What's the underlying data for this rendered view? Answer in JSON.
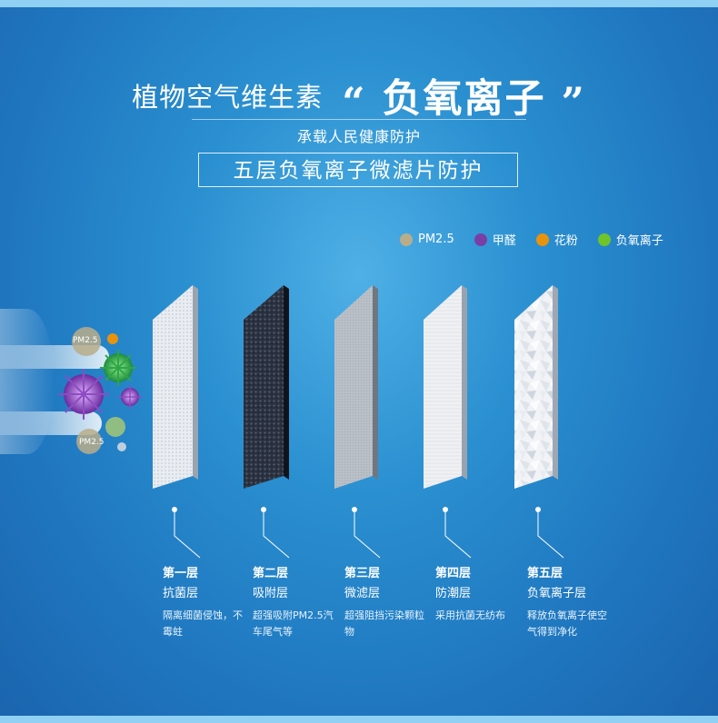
{
  "header": {
    "title_prefix": "植物空气维生素",
    "title_highlight": "负氧离子",
    "quote_open": "“",
    "quote_close": "”",
    "subtitle": "承载人民健康防护",
    "box_title": "五层负氧离子微滤片防护"
  },
  "legend": [
    {
      "label": "PM2.5",
      "color": "#b8ad8a"
    },
    {
      "label": "甲醛",
      "color": "#7a3fa6"
    },
    {
      "label": "花粉",
      "color": "#e8930d"
    },
    {
      "label": "负氧离子",
      "color": "#6fc42a"
    }
  ],
  "particles": {
    "pm_label_top": "PM2.5",
    "pm_label_bottom": "PM2.5"
  },
  "layers": [
    {
      "num": "第一层",
      "name": "抗菌层",
      "desc": "隔离细菌侵蚀，不霉蛀"
    },
    {
      "num": "第二层",
      "name": "吸附层",
      "desc": "超强吸附PM2.5汽车尾气等"
    },
    {
      "num": "第三层",
      "name": "微滤层",
      "desc": "超强阻挡污染颗粒物"
    },
    {
      "num": "第四层",
      "name": "防潮层",
      "desc": "采用抗菌无纺布"
    },
    {
      "num": "第五层",
      "name": "负氧离子层",
      "desc": "释放负氧离子使空气得到净化"
    }
  ]
}
